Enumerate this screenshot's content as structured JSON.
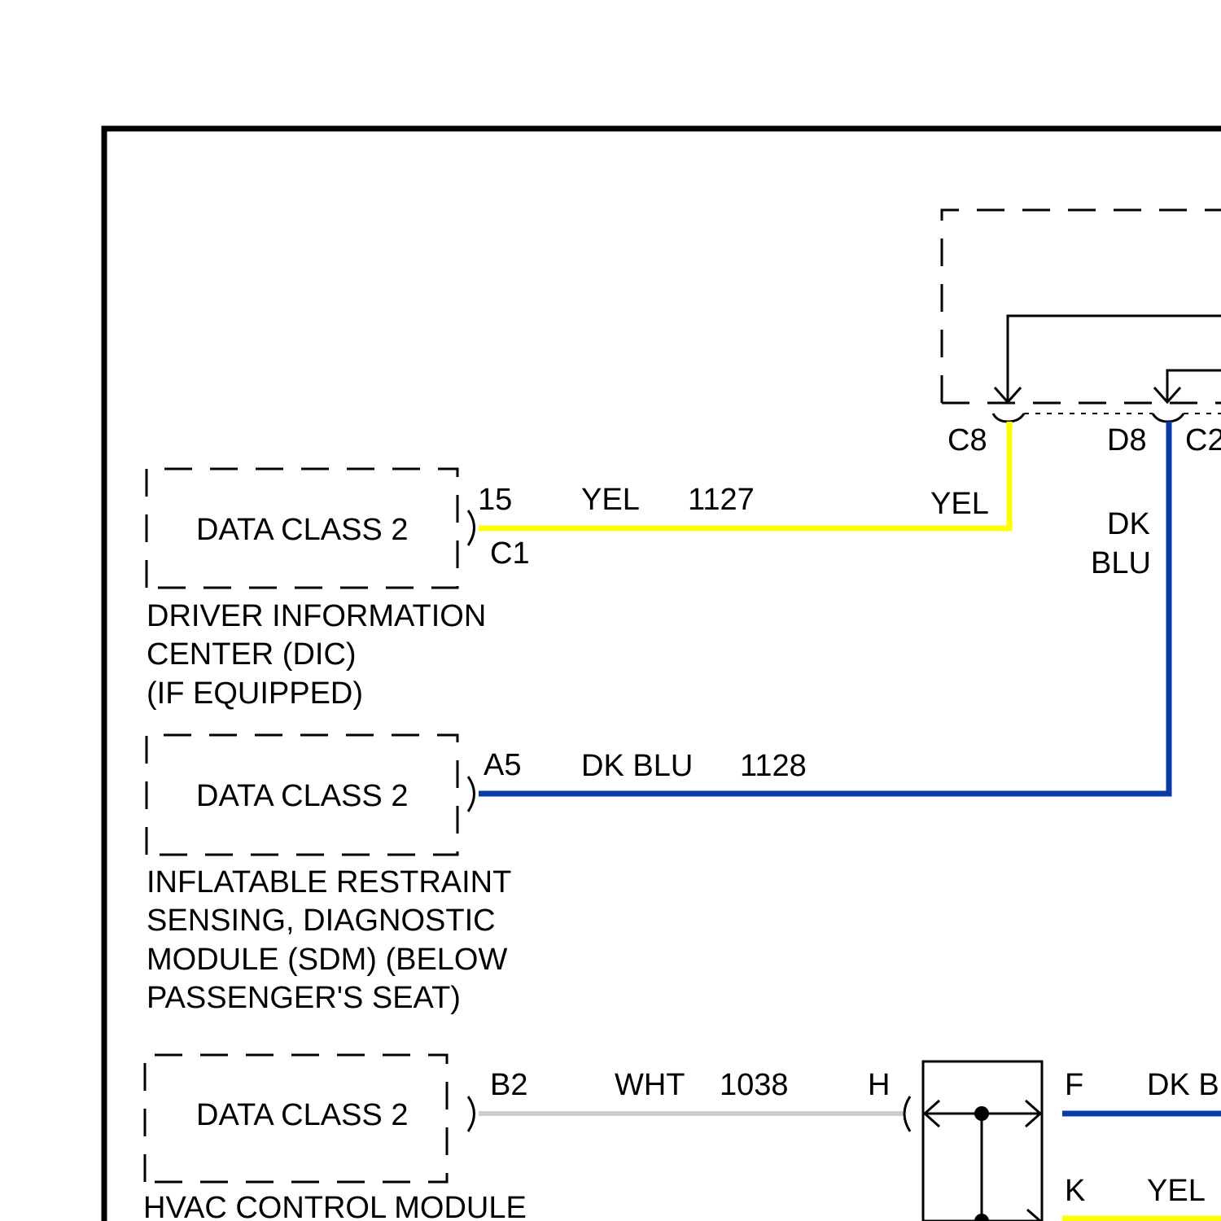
{
  "colors": {
    "yellow_wire": "#ffff00",
    "blue_wire": "#0a3aa8",
    "white_wire": "#cccccc",
    "border": "#000000"
  },
  "modules": {
    "dic": {
      "box_label": "DATA CLASS 2",
      "pin": "15",
      "connector": "C1",
      "caption": [
        "DRIVER INFORMATION",
        "CENTER (DIC)",
        "(IF EQUIPPED)"
      ]
    },
    "sdm": {
      "box_label": "DATA CLASS 2",
      "pin": "A5",
      "caption": [
        "INFLATABLE RESTRAINT",
        "SENSING, DIAGNOSTIC",
        "MODULE (SDM) (BELOW",
        "PASSENGER'S SEAT)"
      ]
    },
    "hvac": {
      "box_label": "DATA CLASS 2",
      "pin": "B2",
      "caption": [
        "HVAC CONTROL MODULE"
      ]
    }
  },
  "wires": {
    "w1127": {
      "color": "YEL",
      "circuit": "1127",
      "end_color": "YEL"
    },
    "w1128": {
      "color": "DK BLU",
      "circuit": "1128",
      "end_color_1": "DK",
      "end_color_2": "BLU"
    },
    "w1038": {
      "color": "WHT",
      "circuit": "1038"
    }
  },
  "connectors": {
    "c8": "C8",
    "d8": "D8",
    "c2": "C2"
  },
  "junction": {
    "pin_h": "H",
    "pin_f": "F",
    "pin_f_color": "DK B",
    "pin_k": "K",
    "pin_k_color": "YEL"
  }
}
